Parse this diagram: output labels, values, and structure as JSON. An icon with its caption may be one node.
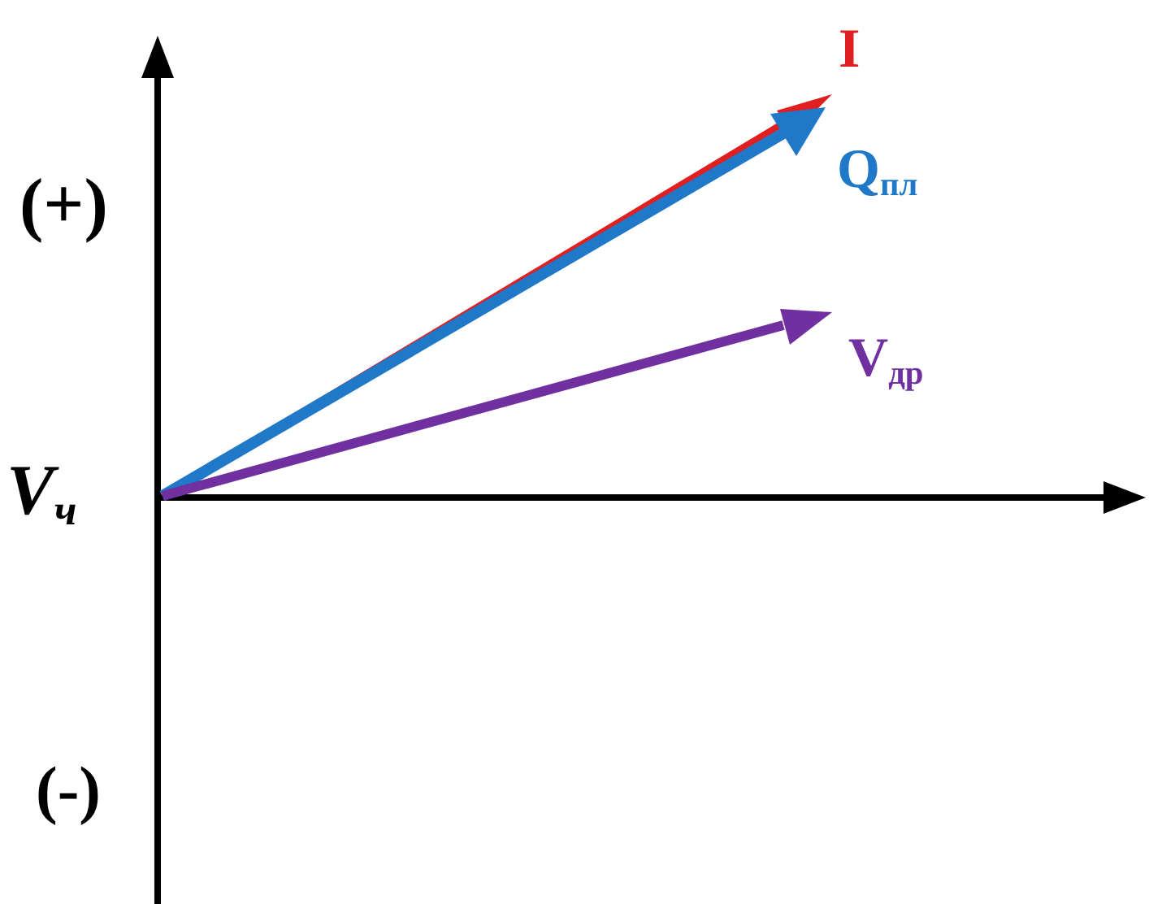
{
  "diagram": {
    "labels": [
      "I",
      "(+)",
      "Q$_{пл}$",
      "V$_{др}$",
      "V$_{ч}$",
      "(-)"
    ]
  }
}
